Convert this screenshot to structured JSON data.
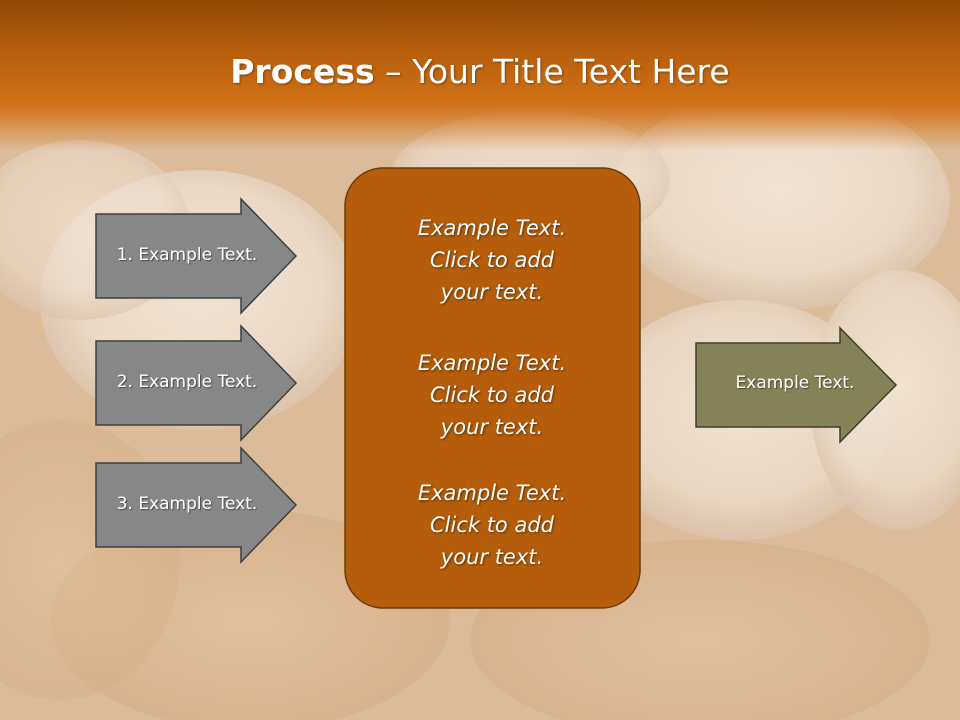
{
  "title": {
    "bold": "Process",
    "dash": " – ",
    "rest": "Your Title Text Here"
  },
  "left_steps": [
    {
      "label": "1. Example Text."
    },
    {
      "label": "2. Example Text."
    },
    {
      "label": "3. Example Text."
    }
  ],
  "center_box": {
    "paragraphs": [
      {
        "line1": "Example Text.",
        "line2": "Click  to add",
        "line3": "your text."
      },
      {
        "line1": "Example Text.",
        "line2": "Click  to add",
        "line3": "your text."
      },
      {
        "line1": "Example Text.",
        "line2": "Click  to add",
        "line3": "your text."
      }
    ]
  },
  "result_arrow": {
    "label": "Example Text."
  },
  "colors": {
    "title_band": "#b85f0c",
    "step_arrow_fill": "#888888",
    "center_box_fill": "#b55d0a",
    "result_arrow_fill": "#868258"
  }
}
